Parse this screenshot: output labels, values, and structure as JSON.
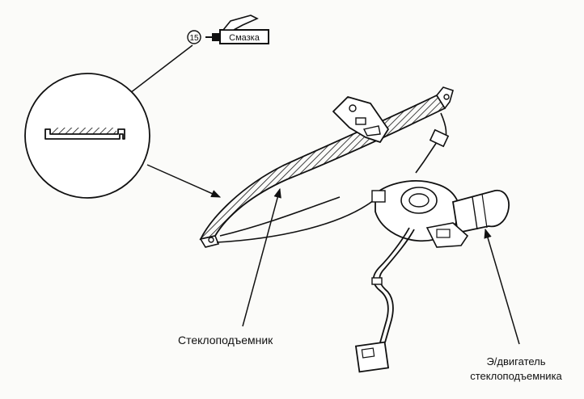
{
  "callouts": {
    "ref_number": "15",
    "lubricant_tube_label": "Смазка",
    "regulator_label": "Стеклоподъемник",
    "motor_label_line1": "Э/двигатель",
    "motor_label_line2": "стеклоподъемника"
  },
  "colors": {
    "ink": "#111111",
    "paper": "#fbfbf9"
  },
  "icons": {
    "lubricant": "grease-tube-icon",
    "reference": "circled-number-icon"
  }
}
